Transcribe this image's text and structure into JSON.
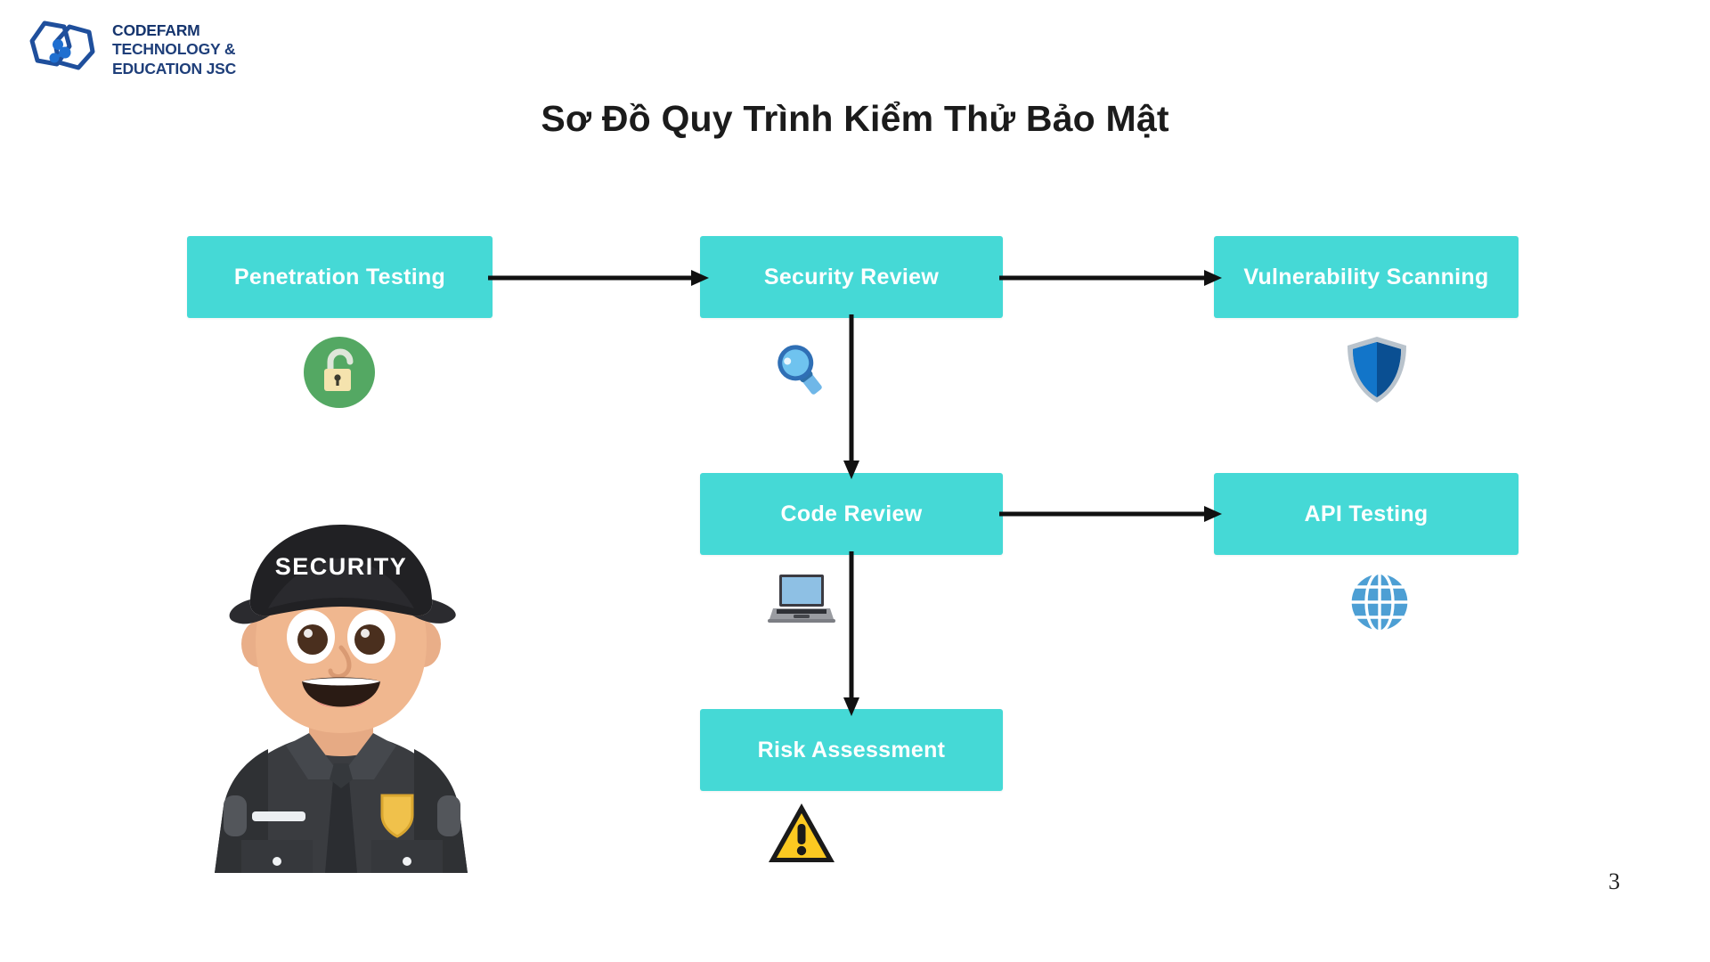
{
  "brand": {
    "logo_icon": "hexagon-network-logo",
    "name_line1": "CODEFARM",
    "name_line2": "TECHNOLOGY &",
    "name_line3": "EDUCATION JSC",
    "color": "#1f3f7a"
  },
  "slide": {
    "title": "Sơ Đồ Quy Trình Kiểm Thử Bảo Mật",
    "page_number": "3",
    "background": "#ffffff",
    "accent": "#45d9d6"
  },
  "diagram": {
    "type": "flowchart",
    "node_fill": "#45d9d6",
    "node_text_color": "#ffffff",
    "connector_color": "#111111",
    "nodes": [
      {
        "id": "penetration-testing",
        "label": "Penetration Testing",
        "icon": "unlock-icon",
        "row": 1,
        "col": 1
      },
      {
        "id": "security-review",
        "label": "Security Review",
        "icon": "search-icon",
        "row": 1,
        "col": 2
      },
      {
        "id": "vulnerability-scanning",
        "label": "Vulnerability Scanning",
        "icon": "shield-icon",
        "row": 1,
        "col": 3
      },
      {
        "id": "code-review",
        "label": "Code Review",
        "icon": "laptop-icon",
        "row": 2,
        "col": 2
      },
      {
        "id": "api-testing",
        "label": "API Testing",
        "icon": "globe-icon",
        "row": 2,
        "col": 3
      },
      {
        "id": "risk-assessment",
        "label": "Risk Assessment",
        "icon": "warning-icon",
        "row": 3,
        "col": 2
      }
    ],
    "edges": [
      {
        "from": "penetration-testing",
        "to": "security-review",
        "direction": "right"
      },
      {
        "from": "security-review",
        "to": "vulnerability-scanning",
        "direction": "right"
      },
      {
        "from": "security-review",
        "to": "code-review",
        "direction": "down"
      },
      {
        "from": "code-review",
        "to": "api-testing",
        "direction": "right"
      },
      {
        "from": "code-review",
        "to": "risk-assessment",
        "direction": "down"
      }
    ]
  },
  "mascot": {
    "name": "security-guard-character",
    "cap_text": "SECURITY"
  }
}
